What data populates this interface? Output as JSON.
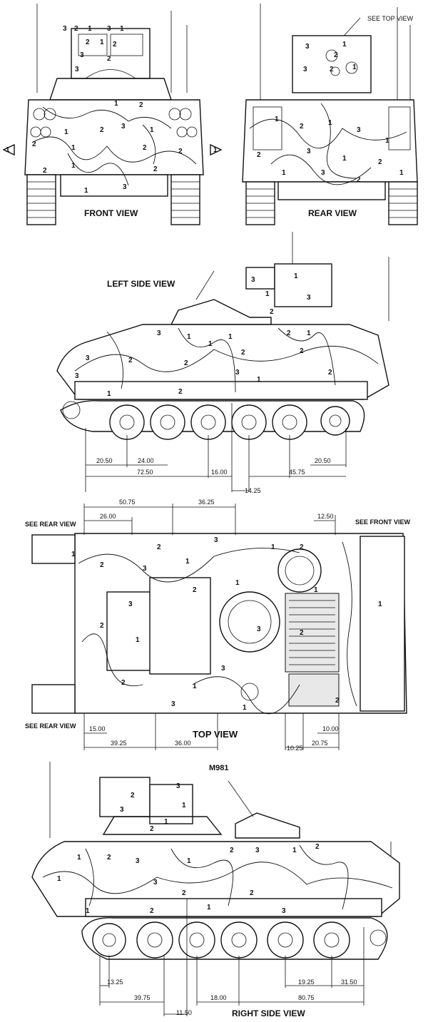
{
  "views": {
    "front": "FRONT VIEW",
    "rear": "REAR VIEW",
    "left_side": "LEFT SIDE VIEW",
    "top": "TOP VIEW",
    "right_side": "RIGHT SIDE VIEW",
    "model": "M981"
  },
  "callouts": {
    "see_top_view": "SEE TOP VIEW",
    "see_rear_view": "SEE REAR VIEW",
    "see_front_view": "SEE FRONT VIEW",
    "marker": "1"
  },
  "dimensions": {
    "left_side": [
      "20.50",
      "24.00",
      "72.50",
      "16.00",
      "14.25",
      "45.75",
      "20.50"
    ],
    "top": [
      "50.75",
      "36.25",
      "26.00",
      "12.50",
      "15.00",
      "39.25",
      "36.00",
      "10.25",
      "20.75",
      "10.00"
    ],
    "right_side": [
      "13.25",
      "39.75",
      "11.50",
      "18.00",
      "19.25",
      "31.50",
      "80.75"
    ]
  },
  "camo_numbers": {
    "front": [
      "3",
      "2",
      "1",
      "3",
      "1",
      "2",
      "3",
      "1",
      "2",
      "2",
      "3",
      "1",
      "2",
      "1",
      "2",
      "3",
      "1",
      "2",
      "1",
      "2",
      "2",
      "1",
      "3",
      "1",
      "2",
      "2"
    ],
    "rear": [
      "3",
      "2",
      "1",
      "2",
      "1",
      "3",
      "1",
      "2",
      "1",
      "3",
      "1",
      "2",
      "3",
      "1",
      "2",
      "1",
      "3",
      "2",
      "1"
    ],
    "left_side": [
      "3",
      "1",
      "1",
      "3",
      "2",
      "1",
      "3",
      "2",
      "1",
      "2",
      "1",
      "3",
      "2",
      "1",
      "2",
      "3",
      "1",
      "2",
      "2",
      "3",
      "1",
      "2"
    ],
    "top": [
      "1",
      "2",
      "3",
      "2",
      "1",
      "3",
      "1",
      "2",
      "1",
      "3",
      "2",
      "1",
      "3",
      "2",
      "1",
      "2",
      "3",
      "1",
      "2",
      "3",
      "1",
      "2",
      "1"
    ],
    "right_side": [
      "3",
      "1",
      "2",
      "3",
      "1",
      "2",
      "1",
      "2",
      "3",
      "1",
      "2",
      "3",
      "1",
      "2",
      "1",
      "3",
      "2",
      "1",
      "2",
      "3",
      "1",
      "2"
    ]
  }
}
